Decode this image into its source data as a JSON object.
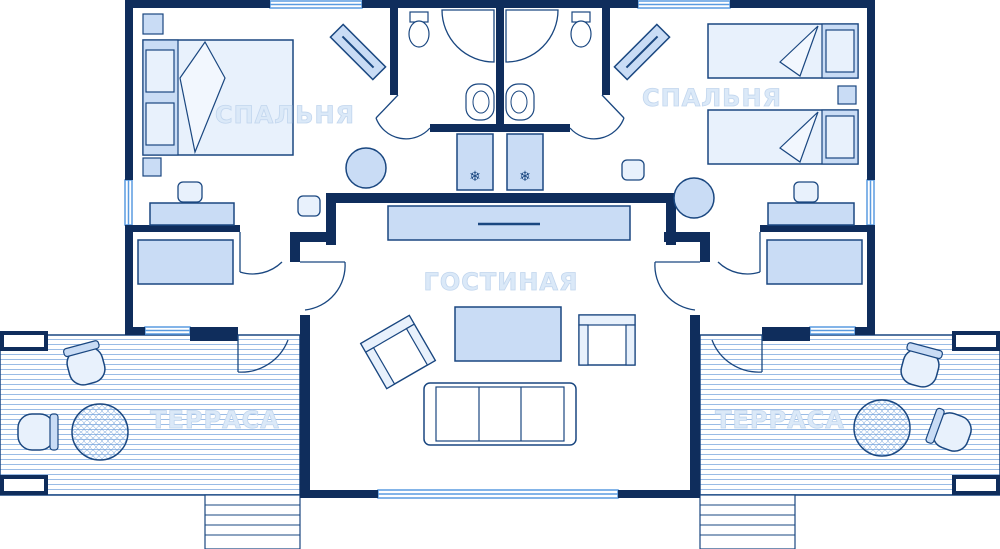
{
  "plan": {
    "colors": {
      "wall": "#0f2d5c",
      "line": "#1a4780",
      "furniture_fill": "#c9dcf5",
      "furniture_light": "#e8f1fc",
      "window": "#5a9be0",
      "label_fill": "#dbe9f8",
      "label_stroke": "#c2d6ee",
      "background": "#ffffff"
    },
    "labels": {
      "bedroom_left": "СПАЛЬНЯ",
      "bedroom_right": "СПАЛЬНЯ",
      "living_room": "ГОСТИНАЯ",
      "terrace_left": "ТЕРРАСА",
      "terrace_right": "ТЕРРАСА"
    },
    "symbols": {
      "fridge": "❄"
    },
    "furniture": {
      "left_bedroom": [
        "double-bed",
        "nightstand",
        "nightstand",
        "round-table",
        "desk",
        "chair",
        "wardrobe",
        "tv-stand"
      ],
      "right_bedroom": [
        "twin-bed",
        "twin-bed",
        "nightstand",
        "round-table",
        "desk",
        "chair",
        "wardrobe",
        "tv-stand"
      ],
      "bathrooms": [
        "toilet",
        "toilet",
        "corner-shower",
        "corner-shower",
        "sink",
        "sink",
        "fridge",
        "fridge"
      ],
      "living_room": [
        "sofa",
        "armchair",
        "armchair",
        "coffee-table",
        "tv-console"
      ],
      "terraces": [
        "round-table",
        "round-table",
        "lounge-chair",
        "lounge-chair",
        "lounge-chair",
        "lounge-chair",
        "steps",
        "steps"
      ]
    }
  }
}
